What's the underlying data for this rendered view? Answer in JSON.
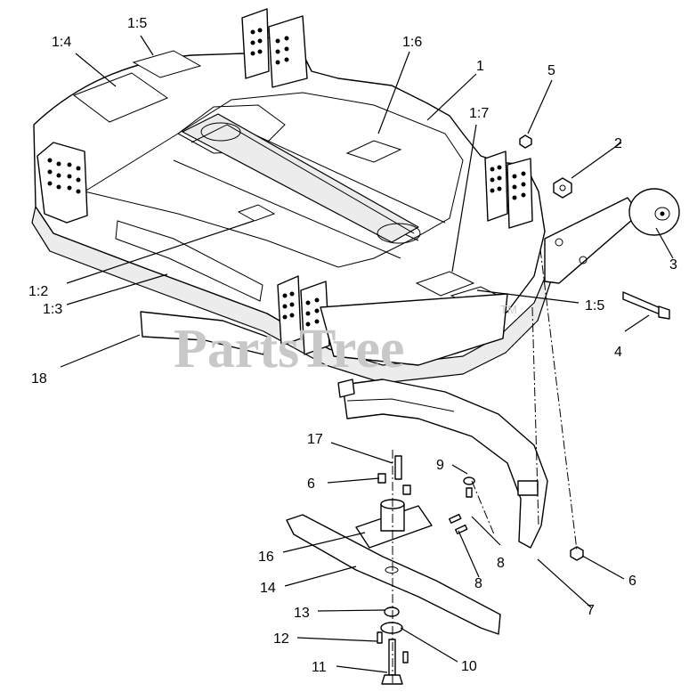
{
  "watermark": {
    "text": "PartsTree",
    "tm": "TM"
  },
  "callouts": [
    {
      "id": "c-1-5-top",
      "label": "1:5"
    },
    {
      "id": "c-1-4",
      "label": "1:4"
    },
    {
      "id": "c-1-6",
      "label": "1:6"
    },
    {
      "id": "c-1",
      "label": "1"
    },
    {
      "id": "c-5",
      "label": "5"
    },
    {
      "id": "c-1-7",
      "label": "1:7"
    },
    {
      "id": "c-2",
      "label": "2"
    },
    {
      "id": "c-3",
      "label": "3"
    },
    {
      "id": "c-1-5-right",
      "label": "1:5"
    },
    {
      "id": "c-4",
      "label": "4"
    },
    {
      "id": "c-1-2",
      "label": "1:2"
    },
    {
      "id": "c-1-3",
      "label": "1:3"
    },
    {
      "id": "c-18",
      "label": "18"
    },
    {
      "id": "c-17",
      "label": "17"
    },
    {
      "id": "c-9",
      "label": "9"
    },
    {
      "id": "c-6-left",
      "label": "6"
    },
    {
      "id": "c-8-upper",
      "label": "8"
    },
    {
      "id": "c-16",
      "label": "16"
    },
    {
      "id": "c-8-lower",
      "label": "8"
    },
    {
      "id": "c-6-right",
      "label": "6"
    },
    {
      "id": "c-14",
      "label": "14"
    },
    {
      "id": "c-7",
      "label": "7"
    },
    {
      "id": "c-13",
      "label": "13"
    },
    {
      "id": "c-12",
      "label": "12"
    },
    {
      "id": "c-10",
      "label": "10"
    },
    {
      "id": "c-11",
      "label": "11"
    }
  ]
}
